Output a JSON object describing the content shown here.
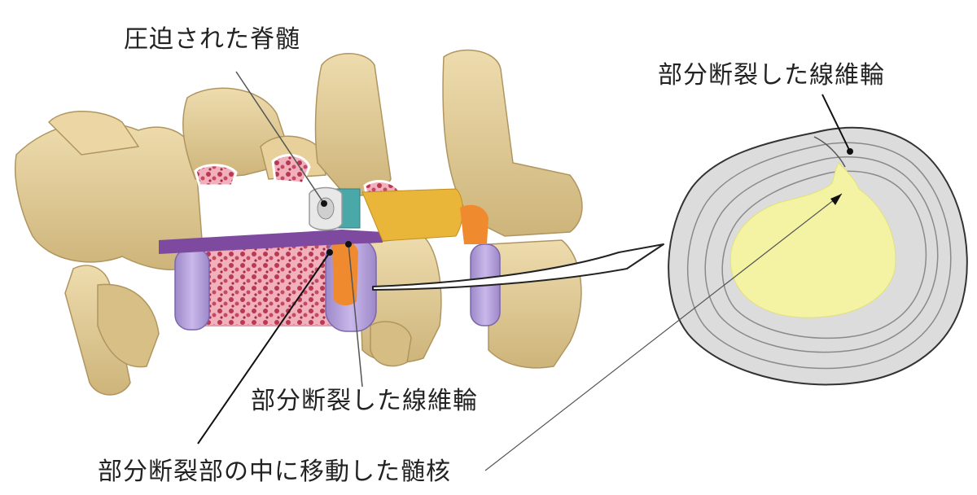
{
  "labels": {
    "compressed_cord": "圧迫された脊髄",
    "annulus_right": "部分断裂した線維輪",
    "annulus_center": "部分断裂した線維輪",
    "nucleus_migrated": "部分断裂部の中に移動した髄核"
  },
  "colors": {
    "bone": "#e2cc97",
    "bone_shadow": "#c2a66a",
    "marrow": "#b83a52",
    "disc": "#b6a2da",
    "ligament": "#7d4aa0",
    "nucleus_orange": "#ef8a2f",
    "cross_section_gray": "#dcdcdc",
    "nucleus_yellow": "#f4f3a4"
  }
}
